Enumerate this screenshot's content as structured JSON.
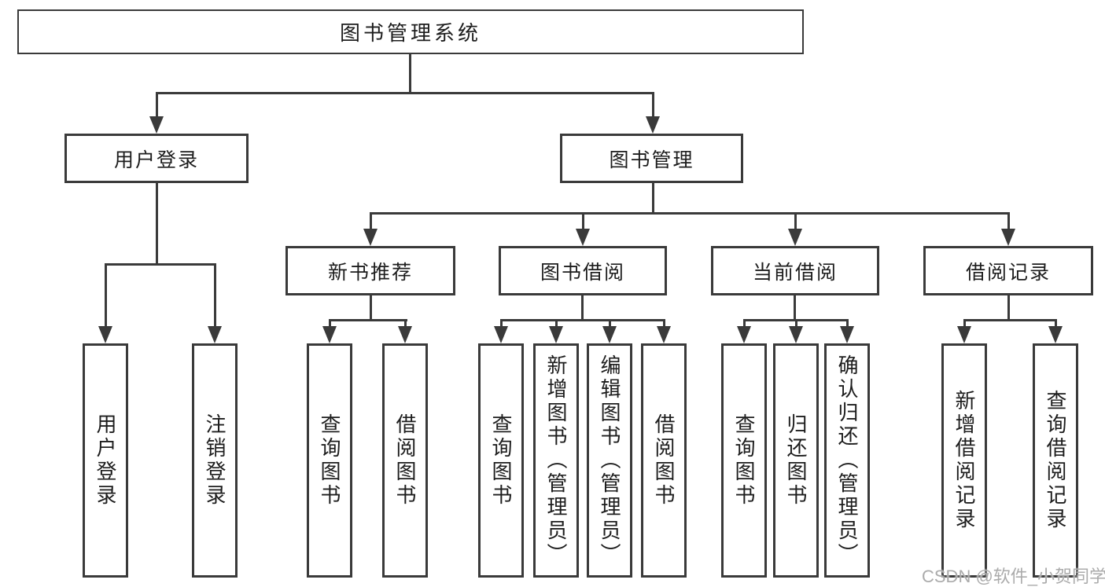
{
  "diagram": {
    "type": "tree",
    "root_label": "图书管理系统",
    "branches": [
      {
        "label": "用户登录",
        "children": [
          "用户登录",
          "注销登录"
        ]
      },
      {
        "label": "图书管理",
        "groups": [
          {
            "label": "新书推荐",
            "children": [
              "查询图书",
              "借阅图书"
            ]
          },
          {
            "label": "图书借阅",
            "children": [
              "查询图书",
              "新增图书（管理员）",
              "编辑图书（管理员）",
              "借阅图书"
            ]
          },
          {
            "label": "当前借阅",
            "children": [
              "查询图书",
              "归还图书",
              "确认归还（管理员）"
            ]
          },
          {
            "label": "借阅记录",
            "children": [
              "新增借阅记录",
              "查询借阅记录"
            ]
          }
        ]
      }
    ]
  },
  "watermark": {
    "text": "CSDN @软件_小贺同学"
  },
  "colors": {
    "line": "#3a3a3a",
    "text": "#1d1d1d",
    "background": "#ffffff",
    "watermark": "#ababab"
  }
}
